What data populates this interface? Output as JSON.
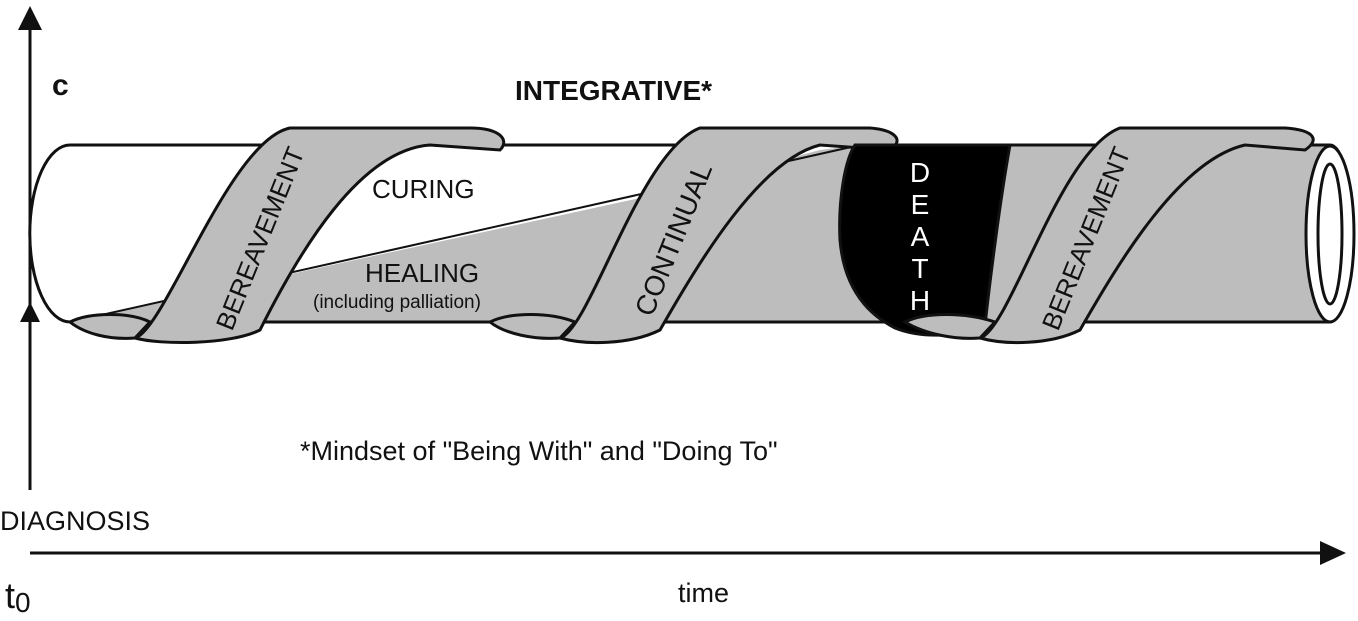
{
  "panel_label": "c",
  "title": "INTEGRATIVE*",
  "tube_labels": {
    "curing": "CURING",
    "healing": "HEALING",
    "healing_sub": "(including palliation)",
    "band_bereavement_left": "BEREAVEMENT",
    "band_continual": "CONTINUAL",
    "band_death": "DEATH",
    "band_bereavement_right": "BEREAVEMENT"
  },
  "footnote": "*Mindset of \"Being With\" and \"Doing To\"",
  "diagnosis_label": "DIAGNOSIS",
  "origin_label": "t",
  "origin_subscript": "0",
  "x_axis_label": "time",
  "colors": {
    "band_fill": "#bdbdbd",
    "healing_fill": "#bdbdbd",
    "death_fill": "#000000",
    "tube_fill": "#ffffff",
    "stroke": "#111111"
  }
}
